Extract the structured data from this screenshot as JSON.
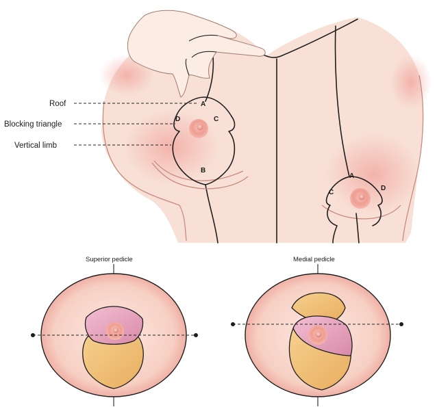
{
  "labels": {
    "roof": "Roof",
    "blocking_triangle": "Blocking triangle",
    "vertical_limb": "Vertical limb"
  },
  "points": {
    "a_left": "A",
    "b_left": "B",
    "c_left": "C",
    "d_left": "D",
    "a_right": "A",
    "c_right": "C",
    "d_right": "D"
  },
  "captions": {
    "superior": "Superior pedicle",
    "medial": "Medial pedicle"
  },
  "colors": {
    "skin": "#f6d3c8",
    "skin_shadow": "#ec9b93",
    "areola": "#f0a39a",
    "pedicle_yellow": "#f1c27a",
    "pedicle_pink": "#e8a7bf",
    "outline": "#1e1e1e"
  },
  "icons": [
    "hand-illustration",
    "nipple-areola",
    "dashed-axis",
    "axis-endpoint-dot"
  ]
}
